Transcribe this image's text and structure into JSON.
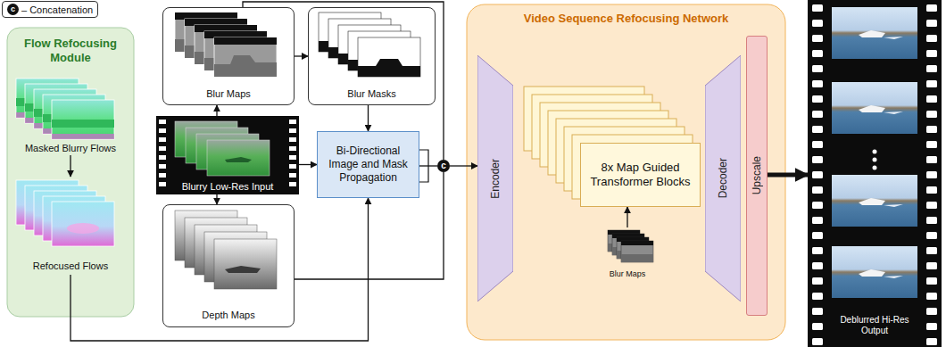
{
  "diagram": {
    "nodes": [
      {
        "text": [
          "Flow Refocusing Module"
        ]
      },
      {
        "text": [
          "Masked Blurry Flows"
        ],
        "in": 0
      },
      {
        "text": [
          "Refocused Flows"
        ],
        "in": 0
      },
      {
        "text": [
          "Blur Maps"
        ]
      },
      {
        "text": [
          "Blur Masks"
        ]
      },
      {
        "text": [
          "Blurry Low-Res Input"
        ]
      },
      {
        "text": [
          "Depth Maps"
        ]
      },
      {
        "text": [
          "Bi-Directional Image and Mask Propagation"
        ]
      },
      {
        "text": [
          "c"
        ]
      },
      {
        "text": [
          "Video Sequence Refocusing Network"
        ]
      },
      {
        "text": [
          "Encoder"
        ],
        "in": 9
      },
      {
        "text": [
          "8x Map Guided Transformer Blocks"
        ],
        "in": 9
      },
      {
        "text": [
          "Blur Maps"
        ],
        "in": 9
      },
      {
        "text": [
          "Decoder"
        ],
        "in": 9
      },
      {
        "text": [
          "Upscale"
        ],
        "in": 9
      },
      {
        "text": [
          "Deblurred Hi-Res Output"
        ]
      }
    ],
    "edges": [
      {
        "from": 1,
        "to": 2,
        "arrow": "to"
      },
      {
        "from": 5,
        "to": 3,
        "arrow": "to"
      },
      {
        "from": 3,
        "to": 4,
        "arrow": "to"
      },
      {
        "from": 4,
        "to": 7,
        "arrow": "to"
      },
      {
        "from": 5,
        "to": 6,
        "arrow": "to"
      },
      {
        "from": 5,
        "to": 7,
        "arrow": "to"
      },
      {
        "from": 2,
        "to": 7,
        "arrow": "to"
      },
      {
        "from": 3,
        "to": 8,
        "arrow": "none"
      },
      {
        "from": 6,
        "to": 8,
        "arrow": "none"
      },
      {
        "from": 7,
        "to": 8,
        "arrow": "none"
      },
      {
        "from": 8,
        "to": 10,
        "arrow": "to"
      },
      {
        "from": 12,
        "to": 11,
        "arrow": "to"
      },
      {
        "from": 14,
        "to": 15,
        "arrow": "to"
      }
    ],
    "labels": [
      "c"
    ],
    "legend": [
      {
        "text": "– Concatenation"
      }
    ]
  }
}
